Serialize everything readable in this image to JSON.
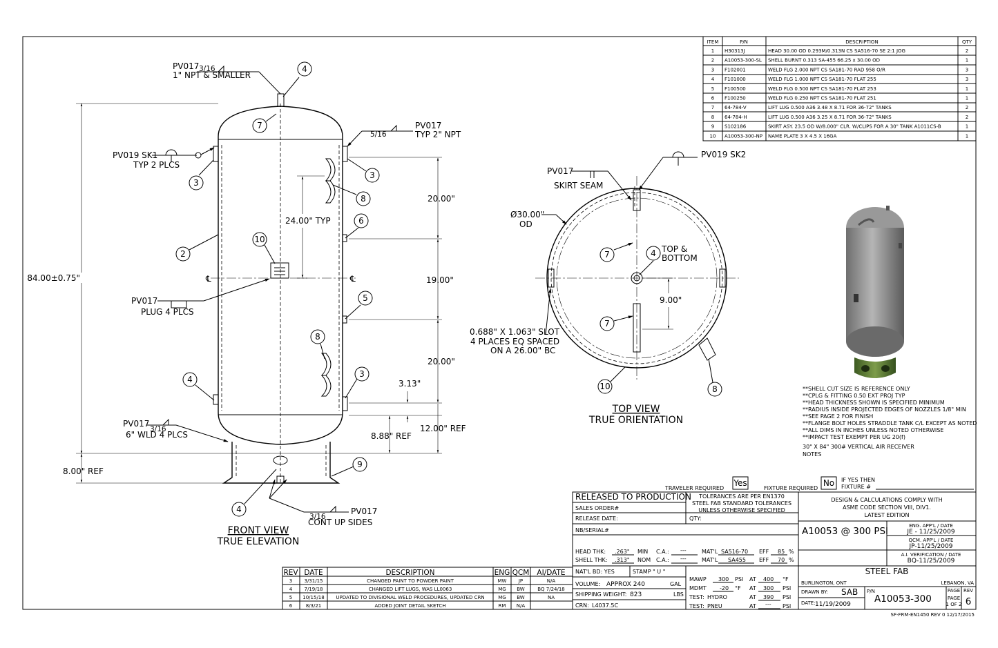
{
  "bom": {
    "headers": {
      "item": "ITEM",
      "pn": "P/N",
      "description": "DESCRIPTION",
      "qty": "QTY"
    },
    "rows": [
      {
        "item": "1",
        "pn": "H30313J",
        "desc": "HEAD 30.00 OD 0.293M/0.313N CS SA516-70 SE 2:1 JOG",
        "qty": "2"
      },
      {
        "item": "2",
        "pn": "A10053-300-SL",
        "desc": "SHELL BURNT 0.313 SA-455 66.25 x 30.00 OD",
        "qty": "1"
      },
      {
        "item": "3",
        "pn": "F102001",
        "desc": "WELD FLG 2.000 NPT CS SA181-70 RAD 958 O/R",
        "qty": "3"
      },
      {
        "item": "4",
        "pn": "F101000",
        "desc": "WELD FLG 1.000 NPT CS SA181-70 FLAT 255",
        "qty": "3"
      },
      {
        "item": "5",
        "pn": "F100500",
        "desc": "WELD FLG 0.500 NPT CS SA181-70 FLAT 253",
        "qty": "1"
      },
      {
        "item": "6",
        "pn": "F100250",
        "desc": "WELD FLG 0.250 NPT CS SA181-70 FLAT 251",
        "qty": "1"
      },
      {
        "item": "7",
        "pn": "64-784-V",
        "desc": "LIFT LUG 0.500 A36 3.48 X 8.71 FOR 36-72\" TANKS",
        "qty": "2"
      },
      {
        "item": "8",
        "pn": "64-784-H",
        "desc": "LIFT LUG 0.500 A36 3.25 X 8.71 FOR 36-72\" TANKS",
        "qty": "2"
      },
      {
        "item": "9",
        "pn": "S102186",
        "desc": "SKIRT ASY. 23.5 OD W/8.000\" CLR. W/CLIPS FOR A 30\" TANK A1011CS-B",
        "qty": "1"
      },
      {
        "item": "10",
        "pn": "A10053-300-NP",
        "desc": "NAME PLATE 3 X 4.5 X 16GA",
        "qty": "1"
      }
    ]
  },
  "front": {
    "pv017_top": "PV017",
    "frac_top": "3/16",
    "npt_small": "1\" NPT & SMALLER",
    "pv019": "PV019 SK1",
    "typ2": "TYP 2 PLCS",
    "pv017_r": "PV017",
    "frac_r": "5/16",
    "typ_npt": "TYP 2\" NPT",
    "dim_84": "84.00±0.75\"",
    "dim_24": "24.00\" TYP",
    "dim_20a": "20.00\"",
    "dim_19": "19.00\"",
    "dim_20b": "20.00\"",
    "dim_313": "3.13\"",
    "dim_888": "8.88\" REF",
    "dim_12": "12.00\" REF",
    "dim_8": "8.00\" REF",
    "pv017_plug": "PV017",
    "plug": "PLUG 4 PLCS",
    "pv017_wld": "PV017",
    "frac_wld": "3/16",
    "wld": "6\" WLD 4 PLCS",
    "frac_cont": "3/16",
    "cont": "CONT UP SIDES",
    "pv017_cont": "PV017",
    "title1": "FRONT VIEW",
    "title2": "TRUE ELEVATION",
    "cl": "℄"
  },
  "balloons": {
    "b1": "4",
    "b2": "7",
    "b3": "3",
    "b4": "3",
    "b5": "8",
    "b6": "6",
    "b7": "2",
    "b8": "10",
    "b9": "5",
    "b10": "8",
    "b11": "3",
    "b12": "4",
    "b13": "9",
    "b14": "4",
    "t1": "7",
    "t2": "4",
    "t3": "7",
    "t4": "10",
    "t5": "8"
  },
  "top": {
    "pv017": "PV017",
    "seam": "SKIRT SEAM",
    "pv019": "PV019 SK2",
    "od1": "Ø30.00\"",
    "od2": "OD",
    "tb1": "TOP &",
    "tb2": "BOTTOM",
    "dim_9": "9.00\"",
    "slot1": "0.688\" X 1.063\" SLOT",
    "slot2": "4 PLACES EQ SPACED",
    "slot3": "ON A 26.00\" BC",
    "title1": "TOP VIEW",
    "title2": "TRUE ORIENTATION"
  },
  "notes": {
    "lines": [
      "**SHELL CUT SIZE IS REFERENCE ONLY",
      "**CPLG & FITTING 0.50 EXT PROJ TYP",
      "**HEAD THICKNESS SHOWN IS SPECIFIED MINIMUM",
      "**RADIUS INSIDE PROJECTED EDGES OF NOZZLES 1/8\" MIN",
      "**SEE PAGE 2 FOR FINISH",
      "**FLANGE BOLT HOLES STRADDLE TANK C/L EXCEPT AS NOTED",
      "**ALL DIMS IN INCHES UNLESS NOTED OTHERWISE",
      "**IMPACT TEST EXEMPT PER UG 20(f)",
      "30\" X 84\" 300# VERTICAL AIR RECEIVER"
    ],
    "label": "NOTES"
  },
  "traveler": {
    "label": "TRAVELER REQUIRED",
    "value": "Yes",
    "fixture": "FIXTURE REQUIRED",
    "fvalue": "No",
    "ifyes1": "IF YES THEN",
    "ifyes2": "FIXTURE #"
  },
  "title_block": {
    "released": "RELEASED TO PRODUCTION",
    "sales": "SALES ORDER#",
    "rel_date": "RELEASE DATE:",
    "nb": "NB/SERIAL#",
    "tol1": "TOLERANCES ARE PER EN1370",
    "tol2": "STEEL FAB STANDARD TOLERANCES",
    "tol3": "UNLESS OTHERWISE SPECIFIED",
    "qty": "QTY:",
    "head_thk": "HEAD THK:",
    "head_val": ".263\"",
    "min": "MIN",
    "ca1": "C.A.:",
    "ca1v": "---",
    "matl1": "MAT'L",
    "matl1v": "SA516-70",
    "eff1": "EFF",
    "eff1v": "85",
    "pct": "%",
    "shell_thk": "SHELL THK:",
    "shell_val": ".313\"",
    "nom": "NOM",
    "ca2": "C.A.:",
    "ca2v": "---",
    "matl2": "MAT'L",
    "matl2v": "SA455",
    "eff2": "EFF",
    "eff2v": "70",
    "natl": "NAT'L BD: YES",
    "stamp": "STAMP \" U \"",
    "volume": "VOLUME:",
    "vol_val": "APPROX 240",
    "gal": "GAL",
    "ship": "SHIPPING WEIGHT:",
    "ship_val": "823",
    "lbs": "LBS",
    "crn": "CRN:",
    "crn_val": "L4037.5C",
    "mawp": "MAWP",
    "mawp_v": "300",
    "psi": "PSI",
    "at": "AT",
    "mawp_t": "400",
    "degf": "°F",
    "mdmt": "MDMT",
    "mdmt_v": "-20",
    "degf2": "°F",
    "mdmt_p": "300",
    "test1": "TEST:",
    "test1v": "HYDRO",
    "test1p": "390",
    "test2": "TEST:",
    "test2v": "PNEU",
    "test2p": "---",
    "design1": "DESIGN & CALCULATIONS COMPLY WITH",
    "design2": "ASME CODE SECTION VIII, DIV1.",
    "design3": "LATEST EDITION",
    "model": "A10053 @ 300 PSI",
    "eng": "ENG. APP'L / DATE",
    "eng_v": "JE - 11/25/2009",
    "qcm": "QCM. APP'L / DATE",
    "qcm_v": "JP-11/25/2009",
    "ai": "A.I. VERIFICATION / DATE",
    "ai_v": "BQ-11/25/2009",
    "company": "STEEL FAB",
    "city1": "BURLINGTON, ONT",
    "city2": "LEBANON, VA",
    "drawn": "DRAWN BY:",
    "drawn_v": "SAB",
    "pn": "P/N",
    "pn_v": "A10053-300",
    "page": "PAGE",
    "page_v": "6",
    "rev": "REV",
    "page_of": "1 OF 2",
    "date": "DATE:",
    "date_v": "11/19/2009",
    "form": "SF-FRM-EN1450  REV 0 12/17/2015"
  },
  "rev_table": {
    "headers": {
      "rev": "REV",
      "date": "DATE",
      "desc": "DESCRIPTION",
      "eng": "ENG",
      "qcm": "QCM",
      "ai": "AI/DATE"
    },
    "rows": [
      {
        "rev": "3",
        "date": "3/31/15",
        "desc": "CHANGED PAINT TO POWDER PAINT",
        "eng": "MW",
        "qcm": "JP",
        "ai": "N/A"
      },
      {
        "rev": "4",
        "date": "7/19/18",
        "desc": "CHANGED LIFT LUGS, WAS LL0063",
        "eng": "MG",
        "qcm": "BW",
        "ai": "BQ 7/24/18"
      },
      {
        "rev": "5",
        "date": "10/15/18",
        "desc": "UPDATED TO DIVISIONAL WELD PROCEDURES, UPDATED CRN",
        "eng": "MG",
        "qcm": "BW",
        "ai": "NA"
      },
      {
        "rev": "6",
        "date": "8/3/21",
        "desc": "ADDED JOINT DETAIL SKETCH",
        "eng": "RM",
        "qcm": "N/A",
        "ai": ""
      }
    ]
  }
}
